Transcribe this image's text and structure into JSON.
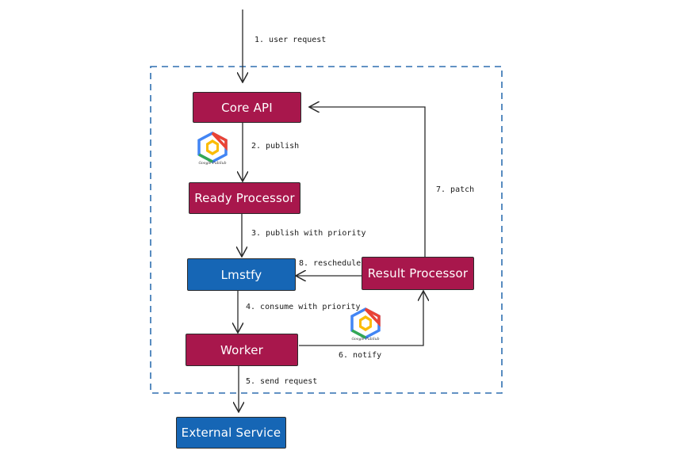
{
  "nodes": {
    "core_api": "Core API",
    "ready_processor": "Ready Processor",
    "lmstfy": "Lmstfy",
    "result_processor": "Result Processor",
    "worker": "Worker",
    "external_service": "External Service"
  },
  "edges": {
    "user_request": "1. user request",
    "publish": "2. publish",
    "publish_priority": "3. publish with priority",
    "consume_priority": "4. consume with priority",
    "send_request": "5. send request",
    "notify": "6. notify",
    "patch": "7. patch",
    "reschedule": "8. reschedule"
  },
  "logos": {
    "pubsub_caption": "Google PubSub"
  },
  "colors": {
    "process_box": "#a8174c",
    "queue_box": "#1666b5",
    "boundary": "#2f6fb0"
  },
  "icons": [
    "google-pubsub-icon"
  ]
}
